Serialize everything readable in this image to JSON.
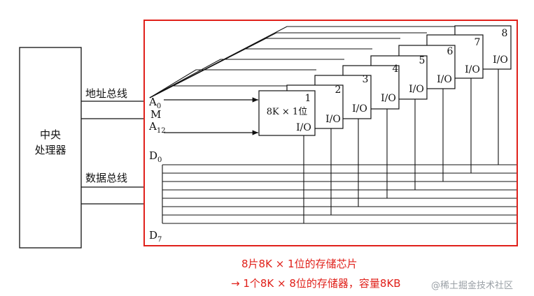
{
  "cpu": {
    "label_line1": "中央",
    "label_line2": "处理器"
  },
  "buses": {
    "address_label": "地址总线",
    "data_label": "数据总线",
    "addr_a0": "A",
    "addr_a0_sub": "0",
    "addr_m": "M",
    "addr_a12": "A",
    "addr_a12_sub": "12",
    "data_d0": "D",
    "data_d0_sub": "0",
    "data_d7": "D",
    "data_d7_sub": "7"
  },
  "chips": {
    "first_label": "8K × 1位",
    "io_label": "I/O",
    "numbers": [
      "1",
      "2",
      "3",
      "4",
      "5",
      "6",
      "7",
      "8"
    ]
  },
  "caption": {
    "line1": "8片8K × 1位的存储芯片",
    "line2": "→ 1个8K × 8位的存储器，容量8KB"
  },
  "watermark": {
    "text": "@稀土掘金技术社区"
  },
  "colors": {
    "highlight": "#e0201a",
    "line": "#111111"
  }
}
